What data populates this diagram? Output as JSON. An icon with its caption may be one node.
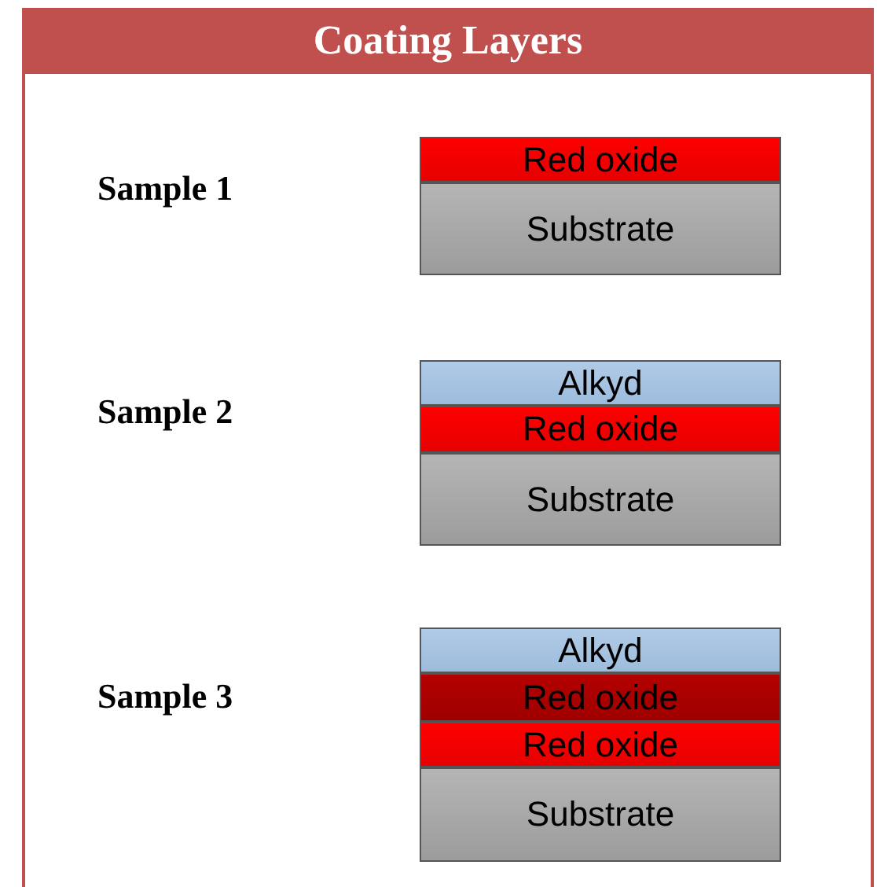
{
  "diagram": {
    "title": "Coating Layers",
    "nodes": [
      {
        "text": [
          "Sample 1"
        ]
      },
      {
        "text": [
          "Red oxide"
        ],
        "in": 0
      },
      {
        "text": [
          "Substrate"
        ],
        "in": 0
      },
      {
        "text": [
          "Sample 2"
        ]
      },
      {
        "text": [
          "Alkyd"
        ],
        "in": 3
      },
      {
        "text": [
          "Red oxide"
        ],
        "in": 3
      },
      {
        "text": [
          "Substrate"
        ],
        "in": 3
      },
      {
        "text": [
          "Sample 3"
        ]
      },
      {
        "text": [
          "Alkyd"
        ],
        "in": 7
      },
      {
        "text": [
          "Red oxide"
        ],
        "in": 7
      },
      {
        "text": [
          "Red oxide"
        ],
        "in": 7
      },
      {
        "text": [
          "Substrate"
        ],
        "in": 7
      }
    ]
  }
}
